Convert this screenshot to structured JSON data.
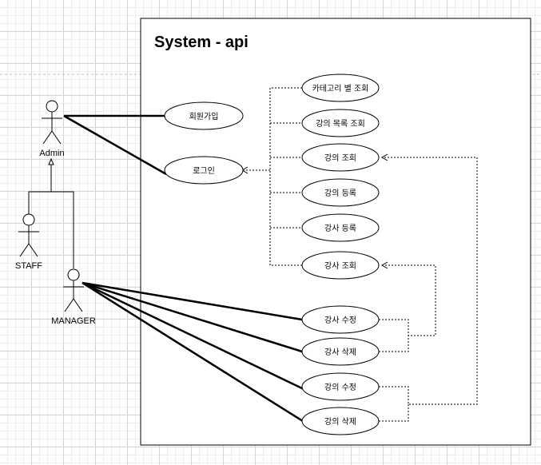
{
  "system": {
    "title": "System - api"
  },
  "actors": {
    "admin": "Admin",
    "staff": "STAFF",
    "manager": "MANAGER"
  },
  "use_cases": {
    "signup": "회원가입",
    "login": "로그인",
    "category_lookup": "카테고리 별 조회",
    "course_list": "강의 목록 조회",
    "course_lookup": "강의 조회",
    "course_register": "강의 등록",
    "instructor_register": "강사 등록",
    "instructor_lookup": "강사 조회",
    "instructor_edit": "강사 수정",
    "instructor_delete": "강사 삭제",
    "course_edit": "강의 수정",
    "course_delete": "강의 삭제"
  }
}
